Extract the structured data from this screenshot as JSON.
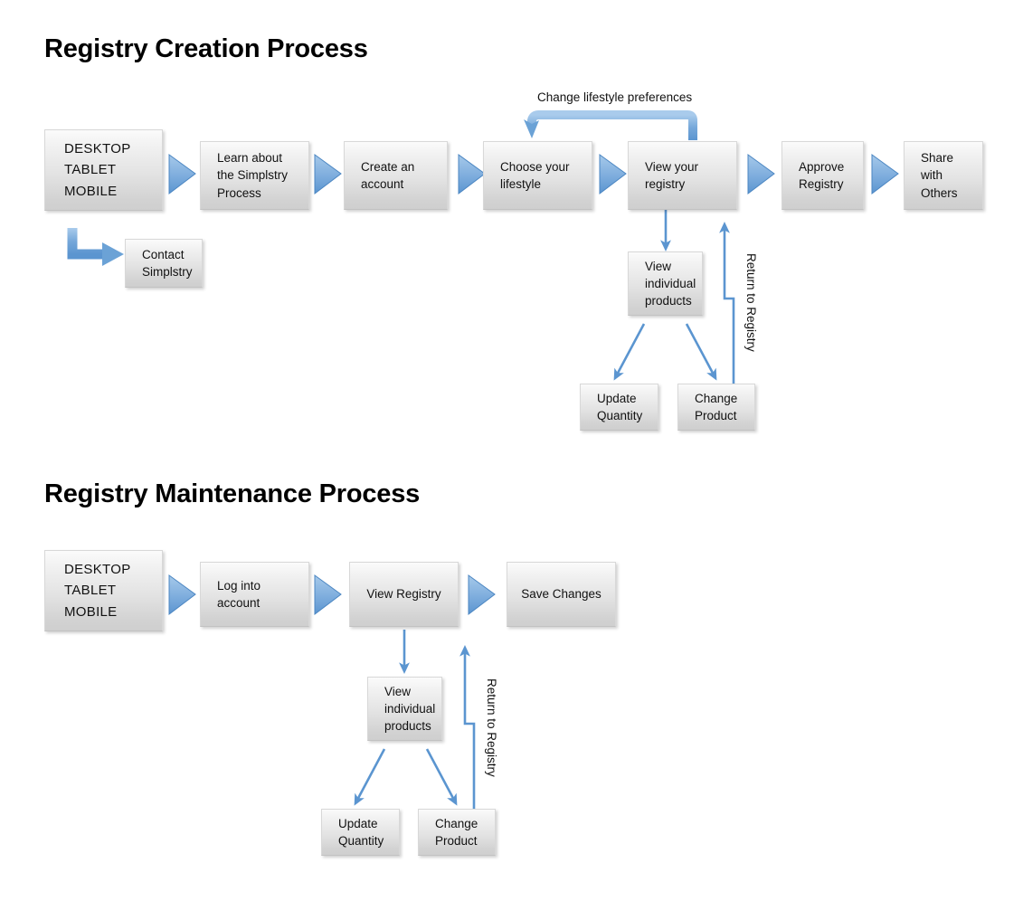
{
  "page": {
    "background": "#ffffff",
    "accent_blue": "#5b9bd5",
    "accent_blue_light": "#8fbce6",
    "box_fill_top": "#fbfbfb",
    "box_fill_bottom": "#cfcfcf"
  },
  "sections": [
    {
      "id": "creation",
      "title": "Registry Creation Process",
      "main_flow": [
        {
          "id": "devices",
          "lines": [
            "DESKTOP",
            "TABLET",
            "MOBILE"
          ]
        },
        {
          "id": "learn",
          "lines": [
            "Learn about",
            "the Simplstry",
            "Process"
          ]
        },
        {
          "id": "create-account",
          "lines": [
            "Create an",
            "account"
          ]
        },
        {
          "id": "choose-lifestyle",
          "lines": [
            "Choose your",
            "lifestyle"
          ]
        },
        {
          "id": "view-registry",
          "lines": [
            "View your",
            "registry"
          ]
        },
        {
          "id": "approve-registry",
          "lines": [
            "Approve",
            "Registry"
          ]
        },
        {
          "id": "share-others",
          "lines": [
            "Share",
            "with",
            "Others"
          ]
        }
      ],
      "branch_boxes": [
        {
          "id": "contact",
          "lines": [
            "Contact",
            "Simplstry"
          ]
        },
        {
          "id": "view-individual",
          "lines": [
            "View",
            "individual",
            "products"
          ]
        },
        {
          "id": "update-quantity",
          "lines": [
            "Update",
            "Quantity"
          ]
        },
        {
          "id": "change-product",
          "lines": [
            "Change",
            "Product"
          ]
        }
      ],
      "labels": {
        "loop_top": "Change lifestyle preferences",
        "return_vertical": "Return to Registry"
      }
    },
    {
      "id": "maintenance",
      "title": "Registry Maintenance Process",
      "main_flow": [
        {
          "id": "devices",
          "lines": [
            "DESKTOP",
            "TABLET",
            "MOBILE"
          ]
        },
        {
          "id": "log-in",
          "lines": [
            "Log into",
            "account"
          ]
        },
        {
          "id": "view-registry",
          "lines": [
            "View Registry"
          ]
        },
        {
          "id": "save-changes",
          "lines": [
            "Save Changes"
          ]
        }
      ],
      "branch_boxes": [
        {
          "id": "view-individual",
          "lines": [
            "View",
            "individual",
            "products"
          ]
        },
        {
          "id": "update-quantity",
          "lines": [
            "Update",
            "Quantity"
          ]
        },
        {
          "id": "change-product",
          "lines": [
            "Change",
            "Product"
          ]
        }
      ],
      "labels": {
        "return_vertical": "Return to Registry"
      }
    }
  ]
}
